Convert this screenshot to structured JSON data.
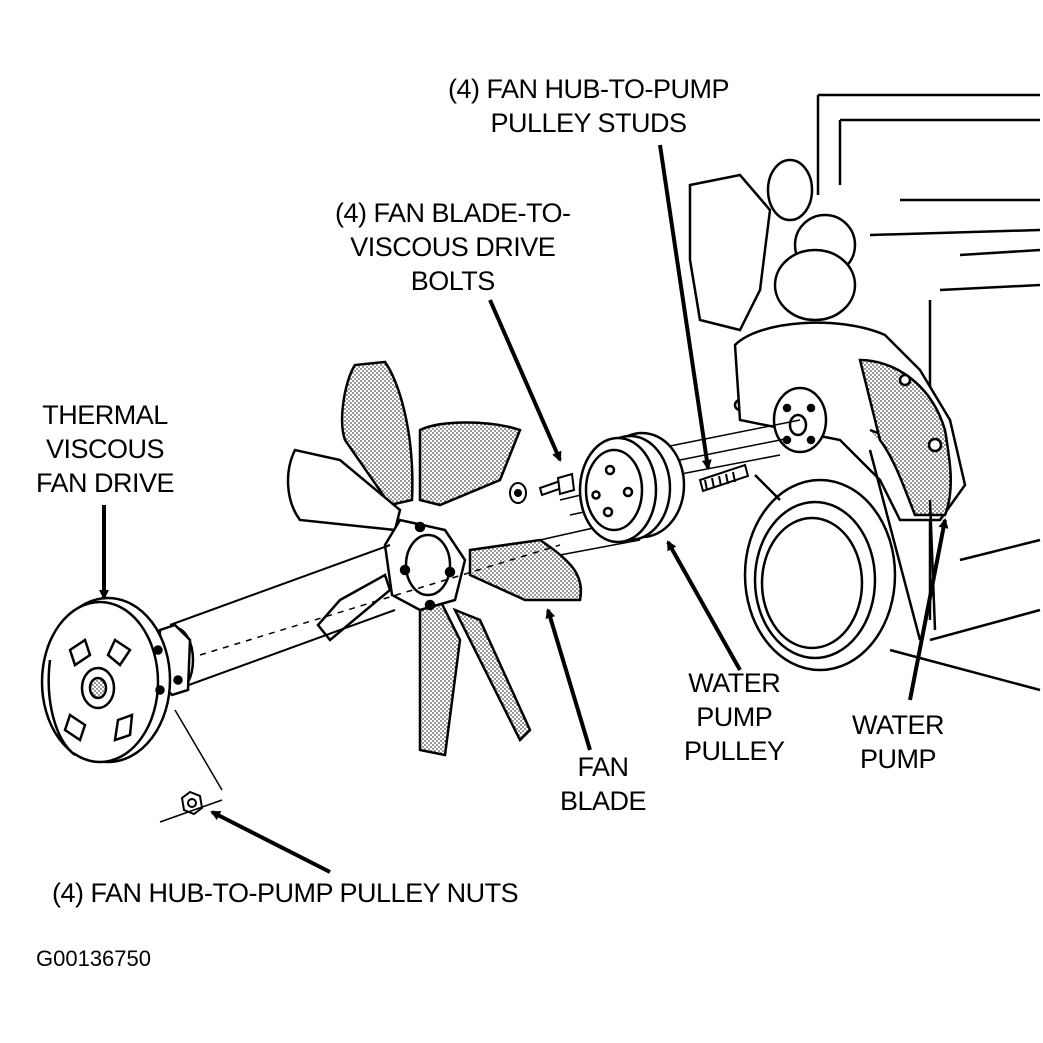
{
  "labels": {
    "studs": [
      "(4) FAN HUB-TO-PUMP",
      "PULLEY STUDS"
    ],
    "bolts": [
      "(4) FAN BLADE-TO-",
      "VISCOUS DRIVE",
      "BOLTS"
    ],
    "thermal": [
      "THERMAL",
      "VISCOUS",
      "FAN DRIVE"
    ],
    "water_pump_pulley": [
      "WATER",
      "PUMP",
      "PULLEY"
    ],
    "water_pump": [
      "WATER",
      "PUMP"
    ],
    "fan_blade": [
      "FAN",
      "BLADE"
    ],
    "nuts": "(4) FAN HUB-TO-PUMP PULLEY NUTS"
  },
  "figure_code": "G00136750",
  "colors": {
    "ink": "#000000",
    "paper": "#ffffff"
  }
}
